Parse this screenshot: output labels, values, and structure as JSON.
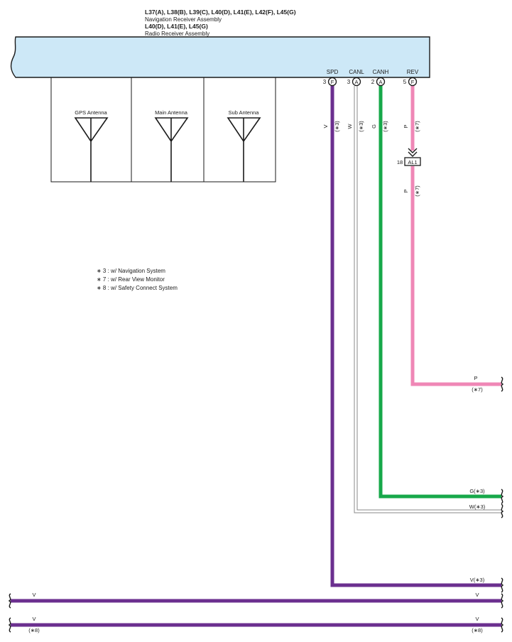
{
  "header": {
    "line1": "L37(A), L38(B), L39(C), L40(D), L41(E), L42(F), L45(G)",
    "line2": "Navigation Receiver Assembly",
    "line3": "L40(D), L41(E), L45(G)",
    "line4": "Radio Receiver Assembly"
  },
  "antennas": [
    {
      "label": "GPS Antenna"
    },
    {
      "label": "Main Antenna"
    },
    {
      "label": "Sub Antenna"
    }
  ],
  "pins": [
    {
      "name": "SPD",
      "number": "3",
      "connector": "F",
      "wire_color": "V",
      "note": "(∗3)"
    },
    {
      "name": "CANL",
      "number": "3",
      "connector": "A",
      "wire_color": "W",
      "note": "(∗3)"
    },
    {
      "name": "CANH",
      "number": "2",
      "connector": "A",
      "wire_color": "G",
      "note": "(∗3)"
    },
    {
      "name": "REV",
      "number": "5",
      "connector": "F",
      "wire_color": "P",
      "note": "(∗7)"
    }
  ],
  "splice": {
    "number": "18",
    "label": "AL1",
    "wire_color": "P",
    "note": "(∗7)"
  },
  "notes": [
    "∗ 3 : w/ Navigation System",
    "∗ 7 : w/ Rear View Monitor",
    "∗ 8 : w/ Safety Connect System"
  ],
  "outputs": {
    "p_label": "P",
    "p_note": "(∗7)",
    "g_label": "G(∗3)",
    "w_label": "W(∗3)",
    "v3_label": "V(∗3)",
    "v_mid_left": "V",
    "v_mid_right": "V",
    "v_bot_left": "V",
    "v_bot_left_note": "(∗8)",
    "v_bot_right": "V",
    "v_bot_right_note": "(∗8)"
  },
  "colors": {
    "assembly_fill": "#cde8f7",
    "violet": "#6b2f8f",
    "green": "#17a84a",
    "pink": "#ef87b6",
    "white_wire": "#8a8a8a",
    "line": "#1a1a1a"
  }
}
